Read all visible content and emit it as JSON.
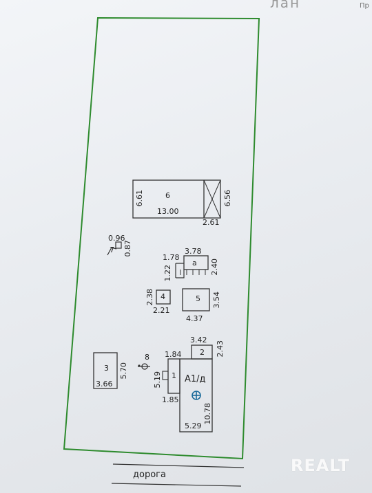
{
  "header": {
    "fragment": "лан",
    "corner": "Пр"
  },
  "road_label": "дорога",
  "watermark": "REALT",
  "buildings": {
    "b6": {
      "label": "6",
      "left": "6.61",
      "bottom": "13.00",
      "right": "6.56",
      "width_annex": "2.61"
    },
    "b7": {
      "label": "7",
      "top": "0.96",
      "right": "0.87"
    },
    "ba": {
      "label": "а",
      "top": "3.78",
      "left_top": "1.78",
      "left": "1.22",
      "right": "2.40"
    },
    "b4": {
      "label": "4",
      "left": "2.38",
      "bottom": "2.21"
    },
    "b5": {
      "label": "5",
      "bottom": "4.37",
      "right": "3.54"
    },
    "b2": {
      "label": "2",
      "top": "3.42",
      "right": "2.43"
    },
    "b1": {
      "label": "1",
      "top": "1.84",
      "left": "5.19",
      "bottom": "1.85"
    },
    "bA": {
      "label": "А1/д",
      "right": "10.78",
      "bottom": "5.29"
    },
    "b3": {
      "label": "3",
      "bottom": "3.66",
      "right": "5.70"
    },
    "well": {
      "label": "8"
    }
  }
}
